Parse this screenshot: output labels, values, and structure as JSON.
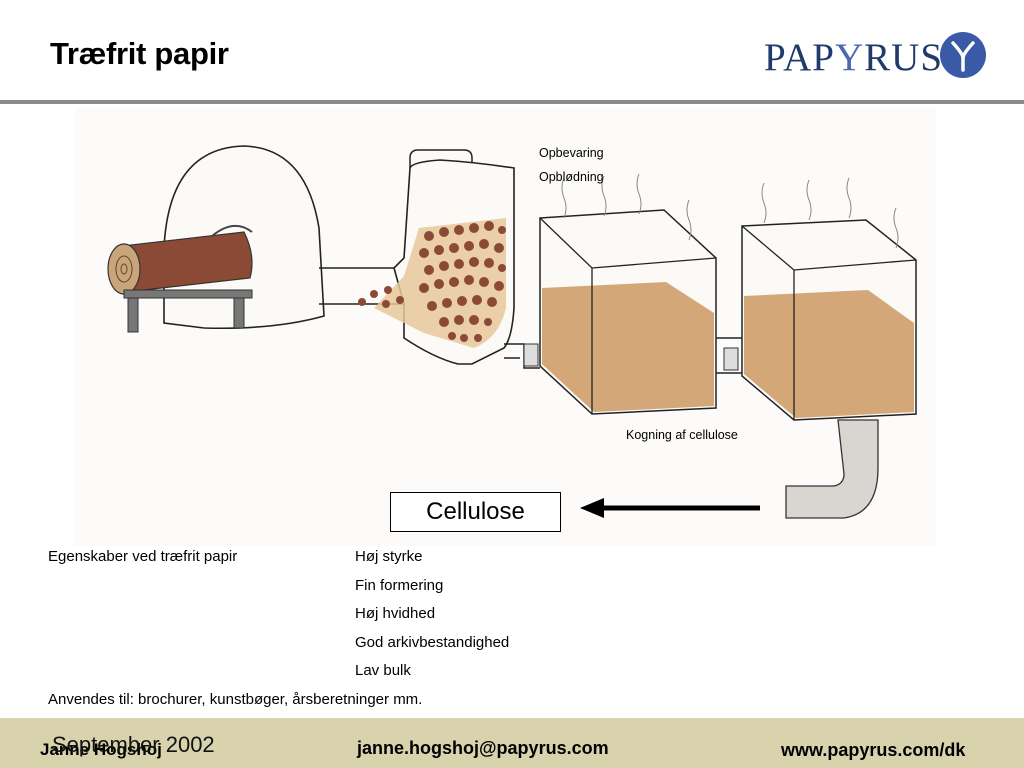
{
  "slide": {
    "title": "Træfrit papir",
    "logo": {
      "text_pre": "PAP",
      "text_y": "Y",
      "text_post": "RUS",
      "color": "#1f3a6b"
    }
  },
  "illustration": {
    "labels": {
      "storage": "Opbevaring",
      "soaking": "Opblødning",
      "cooking": "Kogning af cellulose"
    },
    "result_box": "Cellulose"
  },
  "properties": {
    "heading": "Egenskaber ved træfrit papir",
    "items": [
      "Høj styrke",
      "Fin formering",
      "Høj hvidhed",
      "God arkivbestandighed",
      "Lav bulk"
    ]
  },
  "uses": "Anvendes til: brochurer, kunstbøger, årsberetninger mm.",
  "footer": {
    "name": "Janne Hogshoj",
    "date": "September 2002",
    "email": "janne.hogshoj@papyrus.com",
    "url": "www.papyrus.com/dk",
    "bg_color": "#d8d3ad"
  }
}
